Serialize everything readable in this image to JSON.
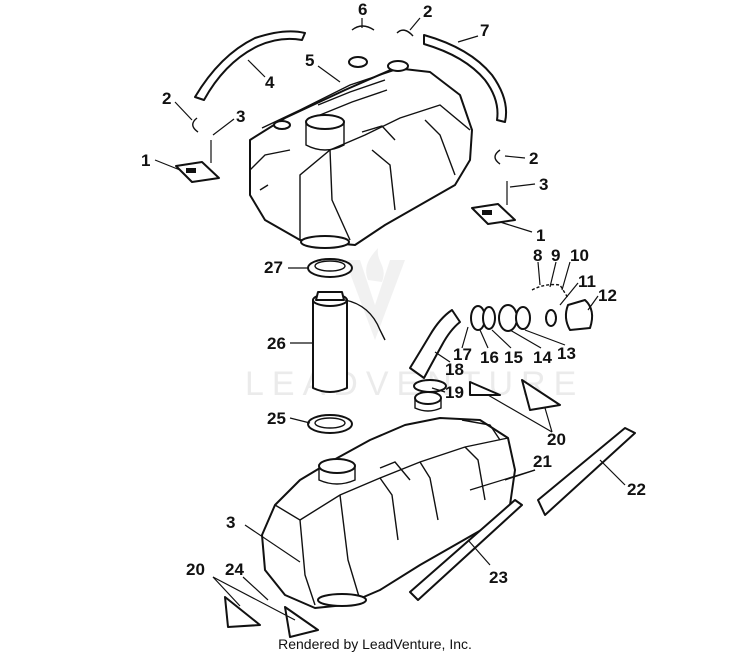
{
  "watermark": {
    "text": "LEADVENTURE"
  },
  "footer": {
    "text": "Rendered by LeadVenture, Inc."
  },
  "callouts": [
    {
      "text": "6"
    },
    {
      "text": "2"
    },
    {
      "text": "7"
    },
    {
      "text": "5"
    },
    {
      "text": "4"
    },
    {
      "text": "2"
    },
    {
      "text": "3"
    },
    {
      "text": "1"
    },
    {
      "text": "2"
    },
    {
      "text": "3"
    },
    {
      "text": "1"
    },
    {
      "text": "27"
    },
    {
      "text": "8"
    },
    {
      "text": "9"
    },
    {
      "text": "10"
    },
    {
      "text": "11"
    },
    {
      "text": "12"
    },
    {
      "text": "26"
    },
    {
      "text": "17"
    },
    {
      "text": "16"
    },
    {
      "text": "15"
    },
    {
      "text": "14"
    },
    {
      "text": "13"
    },
    {
      "text": "18"
    },
    {
      "text": "19"
    },
    {
      "text": "25"
    },
    {
      "text": "20"
    },
    {
      "text": "21"
    },
    {
      "text": "22"
    },
    {
      "text": "3"
    },
    {
      "text": "20"
    },
    {
      "text": "24"
    },
    {
      "text": "23"
    }
  ]
}
